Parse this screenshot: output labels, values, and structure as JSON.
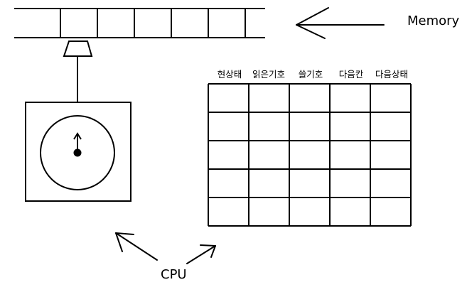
{
  "memory": {
    "label": "Memory",
    "cell_count": 6
  },
  "cpu": {
    "label": "CPU"
  },
  "rule_table": {
    "headers": [
      "현상태",
      "읽은기호",
      "쓸기호",
      "다음칸",
      "다음상태"
    ],
    "row_count": 5,
    "column_count": 5
  },
  "colors": {
    "stroke": "#000000",
    "background": "#ffffff"
  }
}
